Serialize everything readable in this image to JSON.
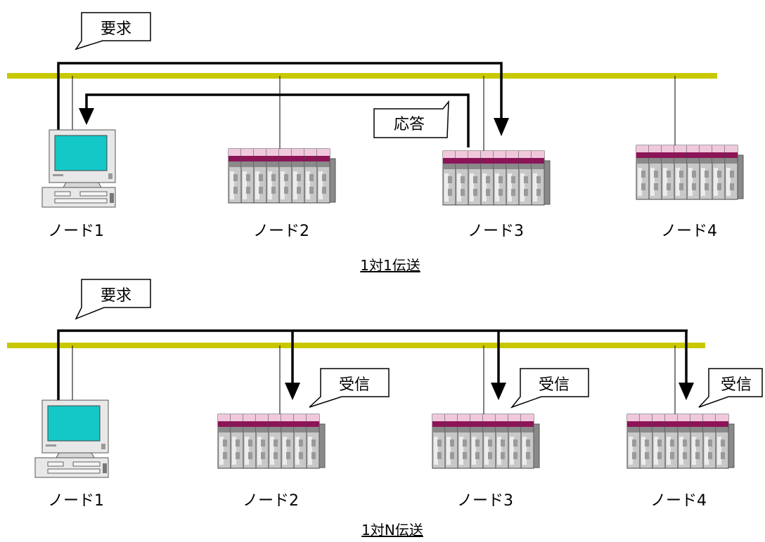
{
  "colors": {
    "bus": "#c8c800",
    "plc_magenta": "#8c1457",
    "plc_pink": "#f0c8dc",
    "plc_gray": "#c8c8c8",
    "screen": "#14c8c8"
  },
  "top": {
    "request_label": "要求",
    "response_label": "応答",
    "caption": "1対1伝送",
    "nodes": [
      "ノード1",
      "ノード2",
      "ノード3",
      "ノード4"
    ]
  },
  "bottom": {
    "request_label": "要求",
    "receive_labels": [
      "受信",
      "受信",
      "受信"
    ],
    "caption": "1対N伝送",
    "nodes": [
      "ノード1",
      "ノード2",
      "ノード3",
      "ノード4"
    ]
  }
}
